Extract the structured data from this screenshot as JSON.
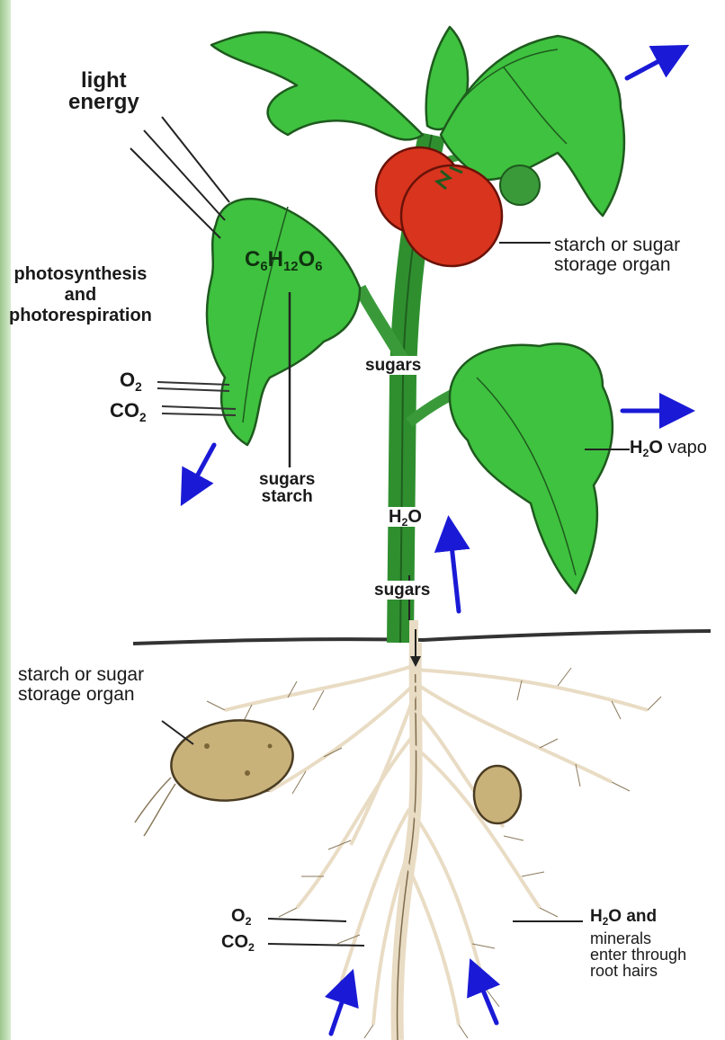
{
  "labels": {
    "light_energy_1": "light",
    "light_energy_2": "energy",
    "photo_1": "photosynthesis",
    "photo_2": "and",
    "photo_3": "photorespiration",
    "glucose": {
      "c": "C",
      "c_n": "6",
      "h": "H",
      "h_n": "12",
      "o": "O",
      "o_n": "6"
    },
    "o2_leaf": {
      "el": "O",
      "n": "2"
    },
    "co2_leaf": {
      "el": "CO",
      "n": "2"
    },
    "sugars_starch_1": "sugars",
    "sugars_starch_2": "starch",
    "sugars_stem_upper": "sugars",
    "h2o_stem": {
      "a": "H",
      "n": "2",
      "b": "O"
    },
    "sugars_stem_lower": "sugars",
    "fruit_storage_1": "starch or sugar",
    "fruit_storage_2": "storage organ",
    "h2o_vapor": {
      "a": "H",
      "n": "2",
      "b": "O",
      "c": " vapo"
    },
    "tuber_storage_1": "starch or sugar",
    "tuber_storage_2": "storage organ",
    "o2_root": {
      "el": "O",
      "n": "2"
    },
    "co2_root": {
      "el": "CO",
      "n": "2"
    },
    "root_water": {
      "a": "H",
      "n": "2",
      "b": "O and"
    },
    "root_minerals_1": "minerals",
    "root_minerals_2": "enter through",
    "root_minerals_3": "root hairs"
  },
  "colors": {
    "leaf": "#3fc23f",
    "leaf_dark": "#1e7a1e",
    "tomato": "#d8341e",
    "potato": "#c9b27a",
    "root": "#e9dcc4",
    "arrow_blue": "#1a1ad6",
    "soil_line": "#333333",
    "left_border": "#a9cf9a"
  }
}
